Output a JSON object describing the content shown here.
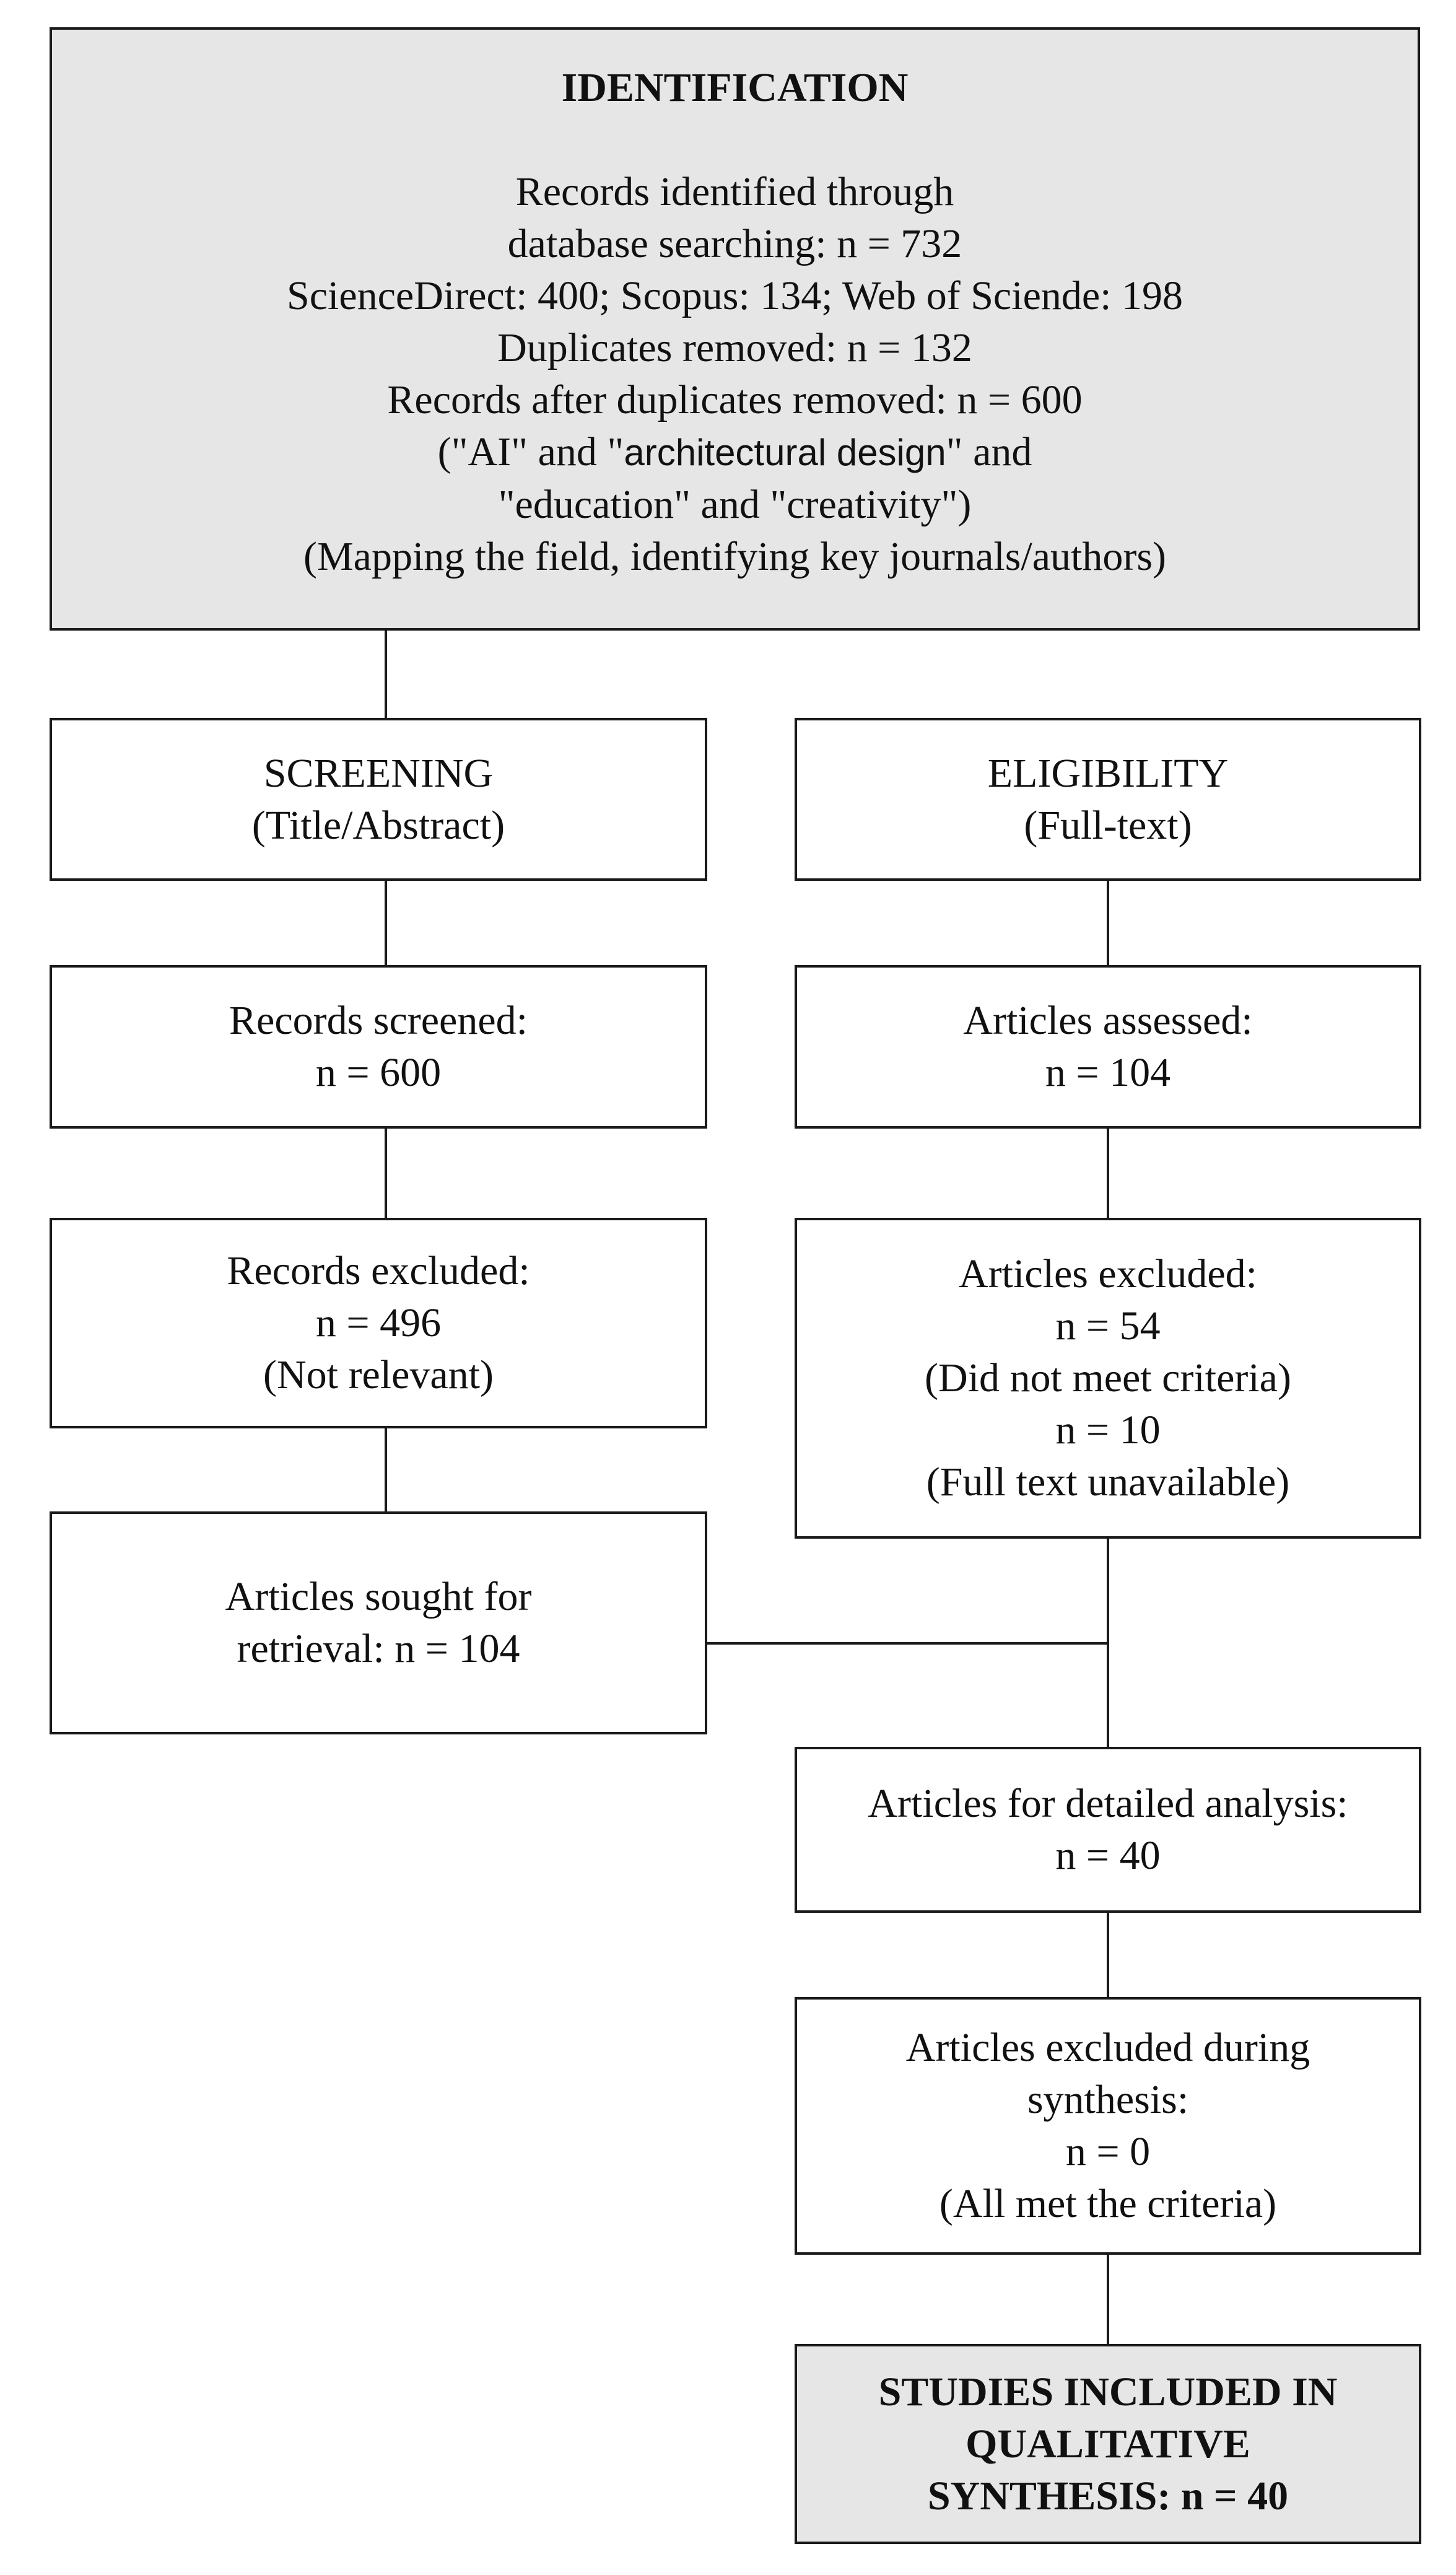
{
  "identification": {
    "heading": "IDENTIFICATION",
    "line1": "Records identified through",
    "line2": "database searching: n = 732",
    "line3": "ScienceDirect: 400; Scopus: 134; Web of Sciende: 198",
    "line4": "Duplicates removed: n = 132",
    "line5": "Records after duplicates removed: n = 600",
    "line6a": "(\"AI\" and \"",
    "line6b": "architectural design",
    "line6c": "\" and",
    "line7": "\"education\" and \"creativity\")",
    "line8": "(Mapping the field, identifying key journals/authors)"
  },
  "screening": {
    "title": "SCREENING",
    "subtitle": "(Title/Abstract)"
  },
  "eligibility": {
    "title": "ELIGIBILITY",
    "subtitle": "(Full-text)"
  },
  "records_screened": {
    "label": "Records screened:",
    "count": "n = 600"
  },
  "records_excluded": {
    "label": "Records excluded:",
    "count": "n = 496",
    "reason": "(Not relevant)"
  },
  "articles_sought": {
    "line1": "Articles sought for",
    "line2": "retrieval: n = 104"
  },
  "articles_assessed": {
    "label": "Articles assessed:",
    "count": "n = 104"
  },
  "articles_excluded": {
    "label": "Articles excluded:",
    "count1": "n = 54",
    "reason1": "(Did not meet criteria)",
    "count2": "n = 10",
    "reason2": "(Full text unavailable)"
  },
  "detailed_analysis": {
    "label": "Articles for detailed analysis:",
    "count": "n = 40"
  },
  "excluded_synthesis": {
    "line1": "Articles excluded during",
    "line2": "synthesis:",
    "count": "n = 0",
    "reason": "(All met the criteria)"
  },
  "included": {
    "line1": "STUDIES INCLUDED IN",
    "line2": "QUALITATIVE",
    "line3": "SYNTHESIS: n = 40"
  },
  "colors": {
    "border": "#1a1a1a",
    "shaded_fill": "#e6e6e6",
    "text": "#111111"
  }
}
